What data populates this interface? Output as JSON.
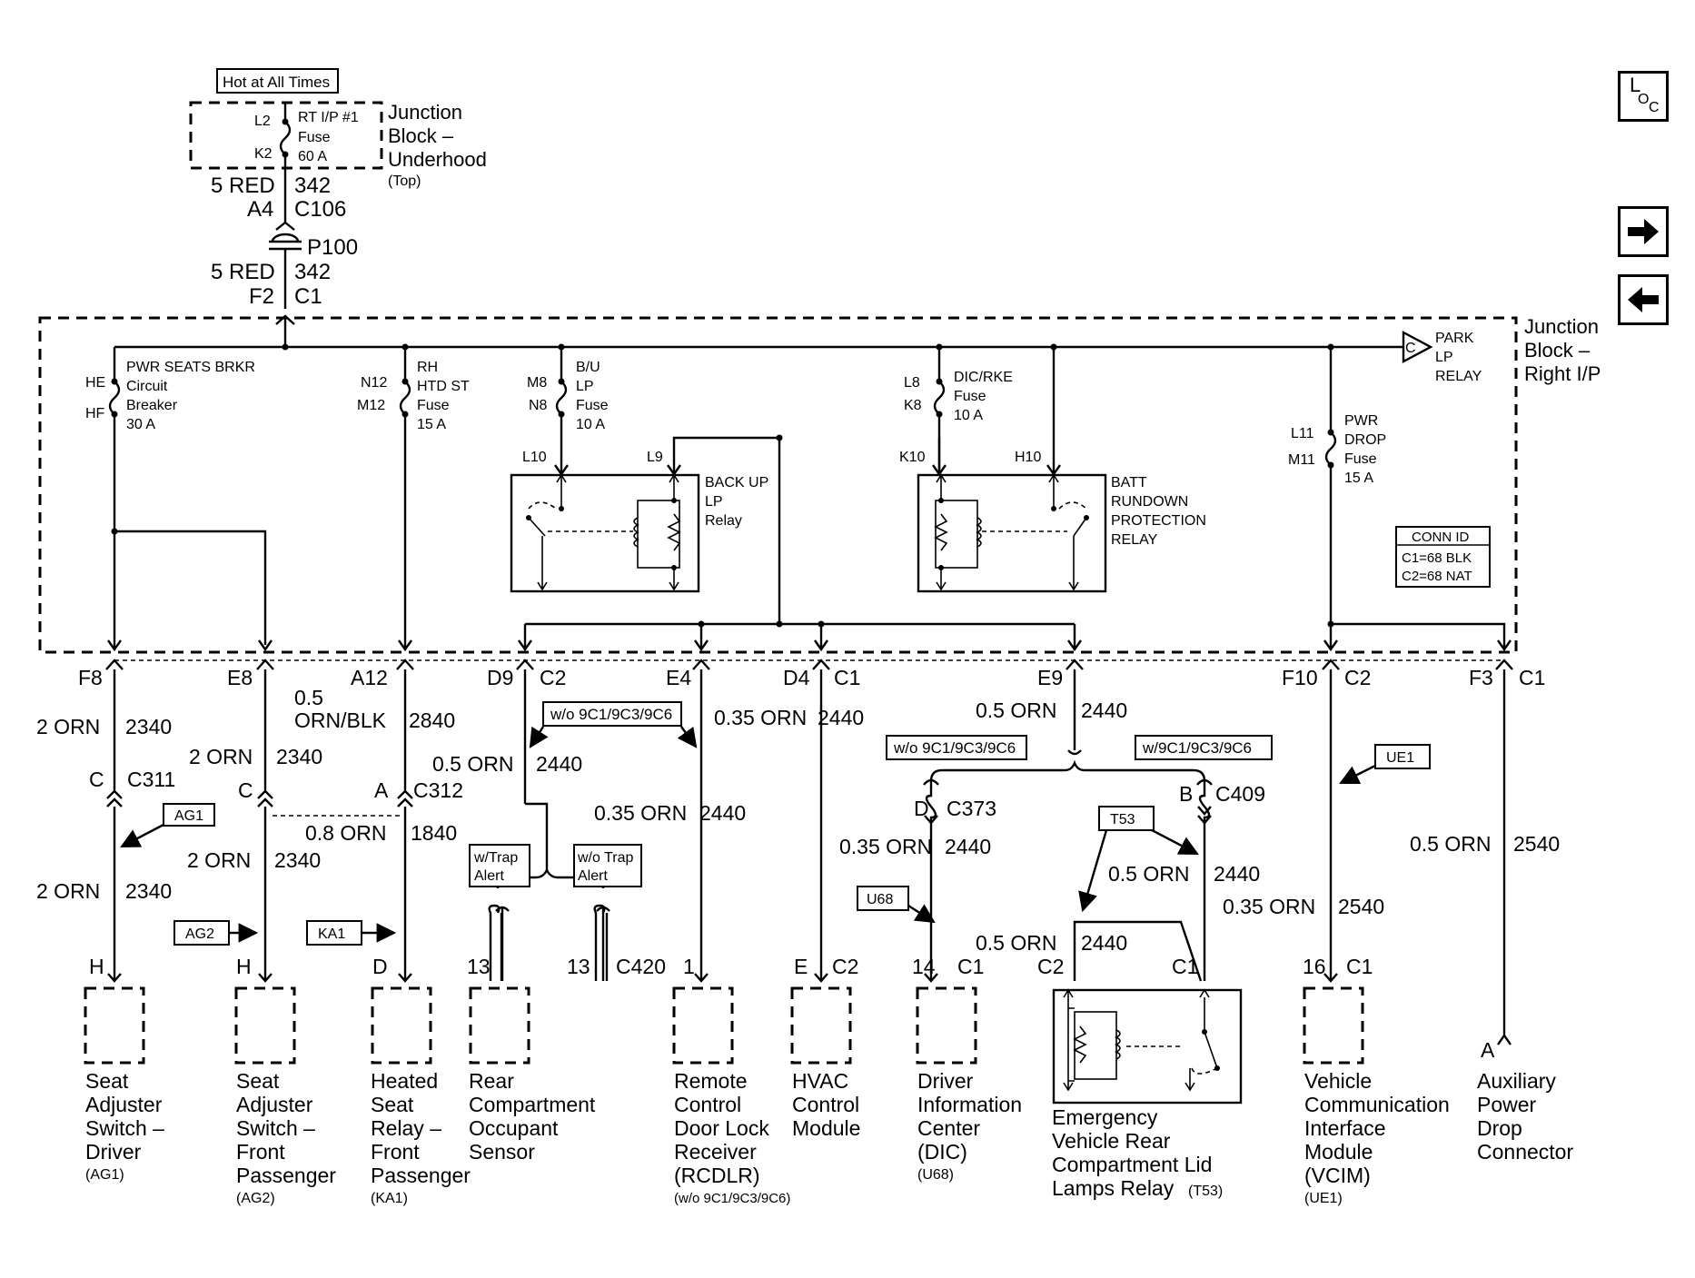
{
  "nav": {
    "loc_label_l": "L",
    "loc_label_o": "O",
    "loc_label_c": "C",
    "next_icon": "arrow-right-icon",
    "prev_icon": "arrow-left-icon"
  },
  "source": {
    "hot_label": "Hot at All Times",
    "fuse_pin_top": "L2",
    "fuse_pin_bottom": "K2",
    "fuse_line1": "RT I/P #1",
    "fuse_line2": "Fuse",
    "fuse_line3": "60 A",
    "block_title_1": "Junction",
    "block_title_2": "Block –",
    "block_title_3": "Underhood",
    "block_sub": "(Top)",
    "wire1_left": "5 RED",
    "wire1_right": "342",
    "conn1_pin": "A4",
    "conn1_id": "C106",
    "splice": "P100",
    "wire2_left": "5 RED",
    "wire2_right": "342",
    "conn2_pin": "F2",
    "conn2_id": "C1"
  },
  "ip_block": {
    "title_1": "Junction",
    "title_2": "Block –",
    "title_3": "Right I/P",
    "park_relay_symbol": "C",
    "park_relay_1": "PARK",
    "park_relay_2": "LP",
    "park_relay_3": "RELAY",
    "conn_id_title": "CONN ID",
    "conn_id_c1": "C1=68 BLK",
    "conn_id_c2": "C2=68 NAT"
  },
  "fuses": [
    {
      "pin_top": "HE",
      "pin_bottom": "HF",
      "l1": "PWR SEATS BRKR",
      "l2": "Circuit",
      "l3": "Breaker",
      "l4": "30 A"
    },
    {
      "pin_top": "N12",
      "pin_bottom": "M12",
      "l1": "RH",
      "l2": "HTD ST",
      "l3": "Fuse",
      "l4": "15 A"
    },
    {
      "pin_top": "M8",
      "pin_bottom": "N8",
      "l1": "B/U",
      "l2": "LP",
      "l3": "Fuse",
      "l4": "10 A"
    },
    {
      "pin_top": "L8",
      "pin_bottom": "K8",
      "l1": "DIC/RKE",
      "l2": "Fuse",
      "l3": "10 A",
      "l4": ""
    },
    {
      "pin_top": "L11",
      "pin_bottom": "M11",
      "l1": "PWR",
      "l2": "DROP",
      "l3": "Fuse",
      "l4": "15 A"
    }
  ],
  "relays": {
    "backup_pin_a": "L10",
    "backup_pin_b": "L9",
    "backup_1": "BACK UP",
    "backup_2": "LP",
    "backup_3": "Relay",
    "batt_pin_a": "K10",
    "batt_pin_b": "H10",
    "batt_1": "BATT",
    "batt_2": "RUNDOWN",
    "batt_3": "PROTECTION",
    "batt_4": "RELAY"
  },
  "outputs": {
    "f8": "F8",
    "e8": "E8",
    "a12": "A12",
    "d9": "D9",
    "c2a": "C2",
    "e4": "E4",
    "d4": "D4",
    "c1a": "C1",
    "e9": "E9",
    "f10": "F10",
    "c2b": "C2",
    "f3": "F3",
    "c1b": "C1"
  },
  "wires": {
    "w1a": "2 ORN",
    "w1b": "2340",
    "w2a": "2 ORN",
    "w2b": "2340",
    "w3a": "0.5",
    "w3a2": "ORN/BLK",
    "w3b": "2840",
    "w4a": "0.5 ORN",
    "w4b": "2440",
    "w5a": "0.35 ORN",
    "w5b": "2440",
    "w6a": "0.35 ORN",
    "w6b": "2440",
    "w7a": "0.5 ORN",
    "w7b": "2440",
    "w8a": "0.8 ORN",
    "w8b": "1840",
    "w9a": "2 ORN",
    "w9b": "2340",
    "w10a": "2 ORN",
    "w10b": "2340",
    "w11a": "0.35 ORN",
    "w11b": "2440",
    "w12a": "0.5 ORN",
    "w12b": "2440",
    "w13a": "0.5 ORN",
    "w13b": "2440",
    "w14a": "0.35 ORN",
    "w14b": "2540",
    "w15a": "0.5 ORN",
    "w15b": "2540"
  },
  "connectors": {
    "c311_pin": "C",
    "c311": "C311",
    "c312_pin_l": "C",
    "c312_pin": "A",
    "c312": "C312",
    "c373_pin": "D",
    "c373": "C373",
    "c409_pin": "B",
    "c409": "C409",
    "c420_pin_l": "13",
    "c420_pin": "13",
    "c420": "C420"
  },
  "options": {
    "wo_9c1": "w/o 9C1/9C3/9C6",
    "wo_9c1_b": "w/o 9C1/9C3/9C6",
    "w_9c1": "w/9C1/9C3/9C6",
    "w_trap_1": "w/Trap",
    "w_trap_2": "Alert",
    "wo_trap_1": "w/o Trap",
    "wo_trap_2": "Alert"
  },
  "tags": {
    "ag1": "AG1",
    "ag2": "AG2",
    "ka1": "KA1",
    "u68": "U68",
    "t53": "T53",
    "ue1": "UE1"
  },
  "components": [
    {
      "pin": "H",
      "conn": "",
      "l1": "Seat",
      "l2": "Adjuster",
      "l3": "Switch –",
      "l4": "Driver",
      "l5": "",
      "opt": "(AG1)"
    },
    {
      "pin": "H",
      "conn": "",
      "l1": "Seat",
      "l2": "Adjuster",
      "l3": "Switch –",
      "l4": "Front",
      "l5": "Passenger",
      "opt": "(AG2)"
    },
    {
      "pin": "D",
      "conn": "",
      "l1": "Heated",
      "l2": "Seat",
      "l3": "Relay –",
      "l4": "Front",
      "l5": "Passenger",
      "opt": "(KA1)"
    },
    {
      "pin": "",
      "conn": "",
      "l1": "Rear",
      "l2": "Compartment",
      "l3": "Occupant",
      "l4": "Sensor",
      "l5": "",
      "opt": ""
    },
    {
      "pin": "1",
      "conn": "",
      "l1": "Remote",
      "l2": "Control",
      "l3": "Door Lock",
      "l4": "Receiver",
      "l5": "(RCDLR)",
      "opt": "(w/o 9C1/9C3/9C6)"
    },
    {
      "pin": "E",
      "conn": "C2",
      "l1": "HVAC",
      "l2": "Control",
      "l3": "Module",
      "l4": "",
      "l5": "",
      "opt": ""
    },
    {
      "pin": "14",
      "conn": "C1",
      "l1": "Driver",
      "l2": "Information",
      "l3": "Center",
      "l4": "(DIC)",
      "l5": "",
      "opt": "(U68)"
    },
    {
      "pin": "C2",
      "conn": "C1",
      "l1": "Emergency",
      "l2": "Vehicle Rear",
      "l3": "Compartment Lid",
      "l4": "Lamps Relay",
      "l5": "",
      "opt": "(T53)"
    },
    {
      "pin": "16",
      "conn": "C1",
      "l1": "Vehicle",
      "l2": "Communication",
      "l3": "Interface",
      "l4": "Module",
      "l5": "(VCIM)",
      "opt": "(UE1)"
    },
    {
      "pin": "A",
      "conn": "",
      "l1": "Auxiliary",
      "l2": "Power",
      "l3": "Drop",
      "l4": "Connector",
      "l5": "",
      "opt": ""
    }
  ]
}
